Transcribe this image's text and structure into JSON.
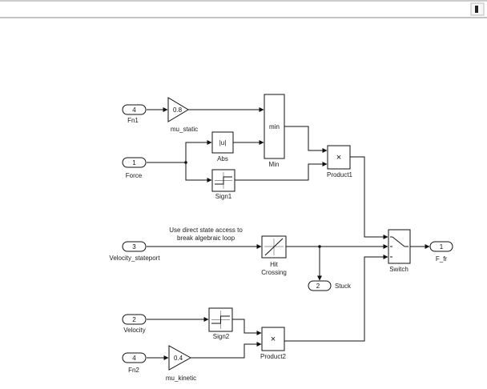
{
  "diagram": {
    "annotation_line1": "Use direct state access to",
    "annotation_line2": "break algebraic loop",
    "inports": [
      {
        "number": "4",
        "label": "Fn1"
      },
      {
        "number": "1",
        "label": "Force"
      },
      {
        "number": "3",
        "label": "Velocity_stateport"
      },
      {
        "number": "2",
        "label": "Velocity"
      },
      {
        "number": "4",
        "label": "Fn2"
      }
    ],
    "outports": [
      {
        "number": "1",
        "label": "F_fr"
      },
      {
        "number": "2",
        "label": "Stuck"
      }
    ],
    "blocks": {
      "gain_static": {
        "value": "0.8",
        "label": "mu_static"
      },
      "gain_kinetic": {
        "value": "0.4",
        "label": "mu_kinetic"
      },
      "abs": {
        "text": "|u|",
        "label": "Abs"
      },
      "min": {
        "text": "min",
        "label": "Min"
      },
      "product1": {
        "text": "×",
        "label": "Product1"
      },
      "product2": {
        "text": "×",
        "label": "Product2"
      },
      "sign1": {
        "label": "Sign1"
      },
      "sign2": {
        "label": "Sign2"
      },
      "hit": {
        "label_line1": "Hit",
        "label_line2": "Crossing"
      },
      "switch": {
        "label": "Switch"
      }
    }
  }
}
